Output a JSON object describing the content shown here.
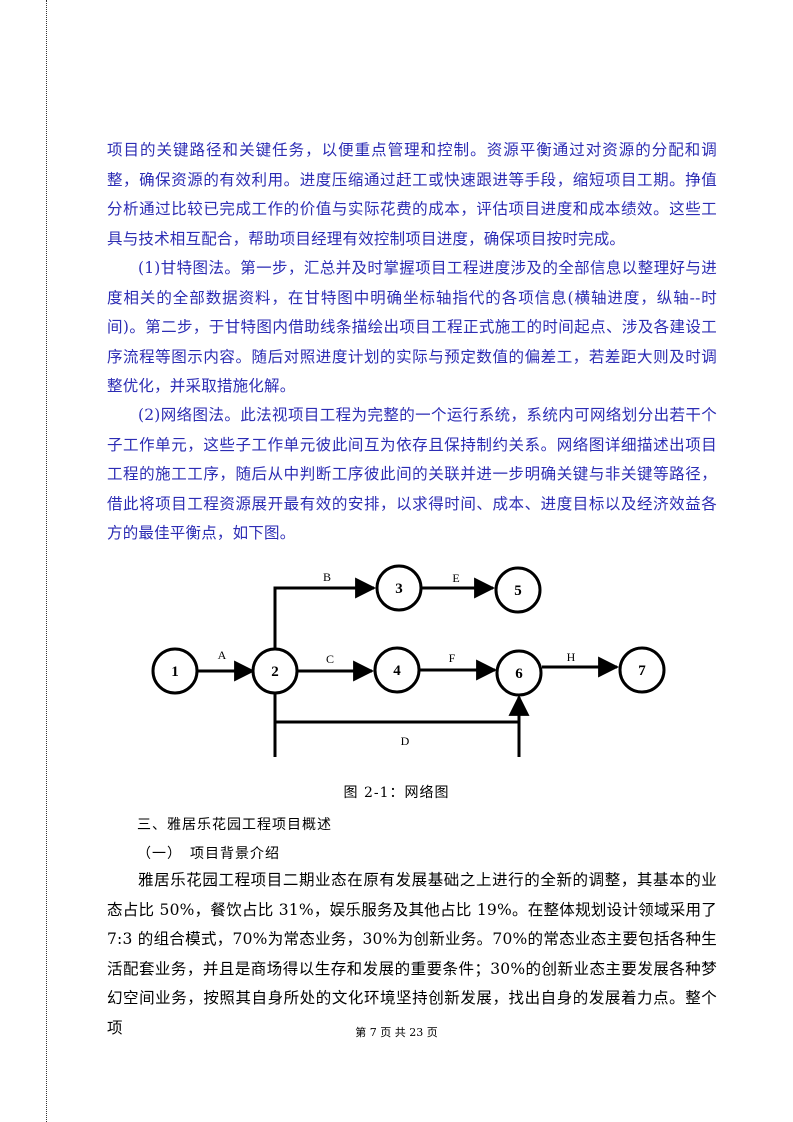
{
  "paragraphs": [
    "项目的关键路径和关键任务，以便重点管理和控制。资源平衡通过对资源的分配和调整，确保资源的有效利用。进度压缩通过赶工或快速跟进等手段，缩短项目工期。挣值分析通过比较已完成工作的价值与实际花费的成本，评估项目进度和成本绩效。这些工具与技术相互配合，帮助项目经理有效控制项目进度，确保项目按时完成。",
    "(1)甘特图法。第一步，汇总并及时掌握项目工程进度涉及的全部信息以整理好与进度相关的全部数据资料，在甘特图中明确坐标轴指代的各项信息(横轴进度，纵轴--时间)。第二步，于甘特图内借助线条描绘出项目工程正式施工的时间起点、涉及各建设工序流程等图示内容。随后对照进度计划的实际与预定数值的偏差工，若差距大则及时调整优化，并采取措施化解。",
    "(2)网络图法。此法视项目工程为完整的一个运行系统，系统内可网络划分出若干个子工作单元，这些子工作单元彼此间互为依存且保持制约关系。网络图详细描述出项目工程的施工工序，随后从中判断工序彼此间的关联并进一步明确关键与非关键等路径，借此将项目工程资源展开最有效的安排，以求得时间、成本、进度目标以及经济效益各方的最佳平衡点，如下图。"
  ],
  "diagram": {
    "nodes": [
      "1",
      "2",
      "3",
      "4",
      "5",
      "6",
      "7"
    ],
    "edges": [
      "A",
      "B",
      "C",
      "D",
      "E",
      "F",
      "H"
    ]
  },
  "caption": "图 2-1：网络图",
  "section_heading": "三、雅居乐花园工程项目概述",
  "subsection_heading": "（一）　项目背景介绍",
  "body_paragraph": "雅居乐花园工程项目二期业态在原有发展基础之上进行的全新的调整，其基本的业态占比 50%，餐饮占比 31%，娱乐服务及其他占比 19%。在整体规划设计领域采用了 7:3 的组合模式，70%为常态业务，30%为创新业务。70%的常态业态主要包括各种生活配套业务，并且是商场得以生存和发展的重要条件；30%的创新业态主要发展各种梦幻空间业务，按照其自身所处的文化环境坚持创新发展，找出自身的发展着力点。整个项",
  "footer": "第 7 页 共 23 页"
}
